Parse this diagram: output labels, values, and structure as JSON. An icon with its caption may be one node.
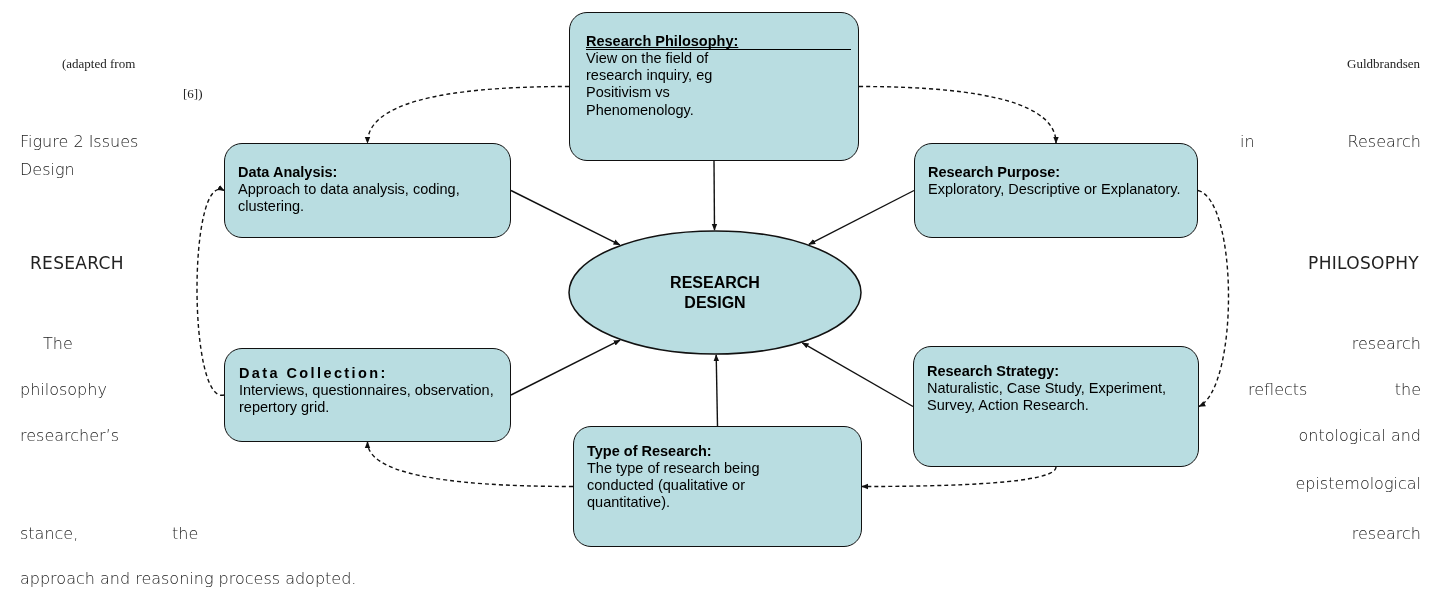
{
  "diagram": {
    "nodes": [
      {
        "text": [
          "Research Philosophy:",
          "View on the field of research inquiry, eg Positivism vs Phenomenology."
        ]
      },
      {
        "text": [
          "Data Analysis:",
          "Approach to data analysis, coding, clustering."
        ]
      },
      {
        "text": [
          "Research Purpose:",
          "Exploratory, Descriptive or Explanatory."
        ]
      },
      {
        "text": [
          "RESEARCH DESIGN"
        ]
      },
      {
        "text": [
          "Data Collection:",
          "Interviews, questionnaires, observation, repertory grid."
        ]
      },
      {
        "text": [
          "Research Strategy:",
          "Naturalistic, Case Study, Experiment, Survey, Action Research."
        ]
      },
      {
        "text": [
          "Type of Research:",
          "The type of research being conducted (qualitative or quantitative)."
        ]
      }
    ],
    "edges": [
      {
        "from": 0,
        "to": 3,
        "arrow": "to"
      },
      {
        "from": 1,
        "to": 3,
        "arrow": "to"
      },
      {
        "from": 2,
        "to": 3,
        "arrow": "to"
      },
      {
        "from": 4,
        "to": 3,
        "arrow": "to"
      },
      {
        "from": 5,
        "to": 3,
        "arrow": "to"
      },
      {
        "from": 6,
        "to": 3,
        "arrow": "to"
      },
      {
        "from": 0,
        "to": 1,
        "arrow": "to",
        "style": "dashed"
      },
      {
        "from": 0,
        "to": 2,
        "arrow": "to",
        "style": "dashed"
      },
      {
        "from": 2,
        "to": 5,
        "arrow": "to",
        "style": "dashed"
      },
      {
        "from": 5,
        "to": 6,
        "arrow": "to",
        "style": "dashed"
      },
      {
        "from": 6,
        "to": 4,
        "arrow": "to",
        "style": "dashed"
      },
      {
        "from": 4,
        "to": 1,
        "arrow": "to",
        "style": "dashed"
      }
    ],
    "labels": [
      "(adapted from",
      "Guldbrandsen",
      "[6])",
      "Figure 2 Issues",
      "in",
      "Research",
      "Design",
      "RESEARCH",
      "PHILOSOPHY",
      "The",
      "research",
      "philosophy",
      "reflects",
      "the",
      "researcher’s",
      "ontological and",
      "epistemological",
      "stance,",
      "the",
      "research",
      "approach and reasoning process adopted."
    ]
  }
}
